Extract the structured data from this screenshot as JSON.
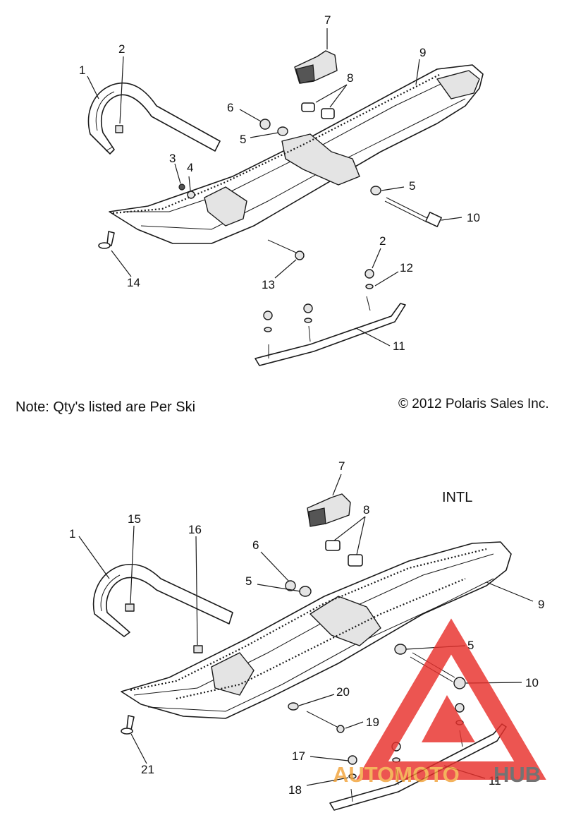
{
  "diagram_top": {
    "callouts": [
      "7",
      "2",
      "9",
      "1",
      "8",
      "6",
      "5",
      "3",
      "4",
      "5",
      "10",
      "14",
      "2",
      "12",
      "13",
      "11"
    ]
  },
  "note": "Note: Qty's listed are Per Ski",
  "copyright": "© 2012 Polaris Sales Inc.",
  "diagram_bottom": {
    "region_label": "INTL",
    "callouts": [
      "7",
      "15",
      "8",
      "1",
      "16",
      "6",
      "5",
      "9",
      "5",
      "10",
      "20",
      "19",
      "21",
      "17",
      "18",
      "11"
    ]
  },
  "watermark": {
    "part1": "AUTOMOTO",
    "part2": "HUB",
    "colors": {
      "red": "#e8302c",
      "orange": "#f2a33a",
      "dark": "#555555"
    }
  }
}
